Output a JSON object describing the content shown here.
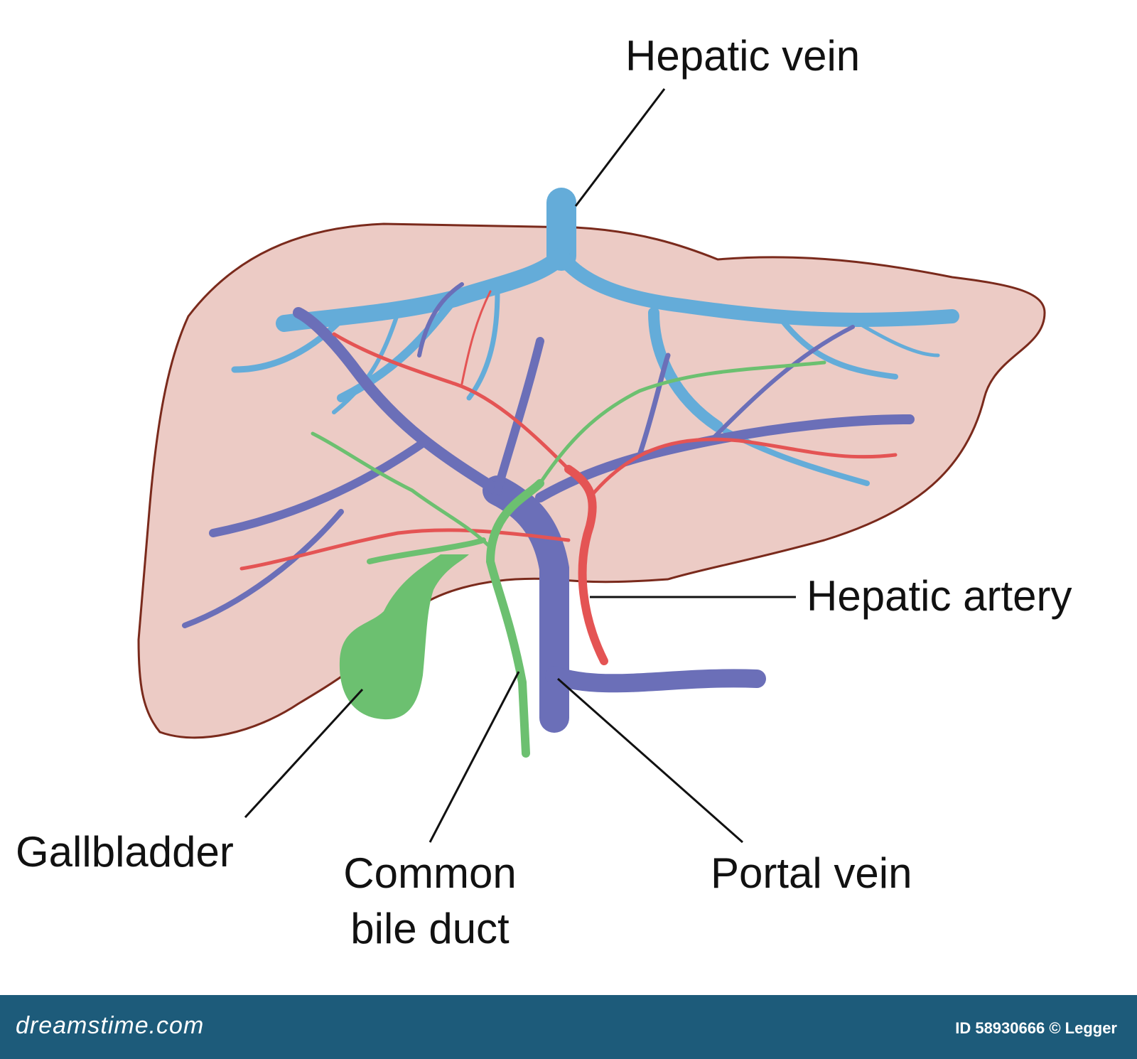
{
  "labels": {
    "hepatic_vein": "Hepatic vein",
    "hepatic_artery": "Hepatic artery",
    "gallbladder": "Gallbladder",
    "common_bile_duct_line1": "Common",
    "common_bile_duct_line2": "bile duct",
    "portal_vein": "Portal vein"
  },
  "footer": {
    "brand": "dreamstime.com",
    "credit": "ID 58930666 © Legger"
  },
  "colors": {
    "liver_fill": "#eccbc5",
    "liver_outline": "#7a2a1c",
    "hepatic_vein": "#64acd9",
    "portal_vein": "#6b6fb8",
    "hepatic_artery": "#e45454",
    "bile_duct": "#6cc070",
    "footer_bg": "#1d5b7a"
  }
}
